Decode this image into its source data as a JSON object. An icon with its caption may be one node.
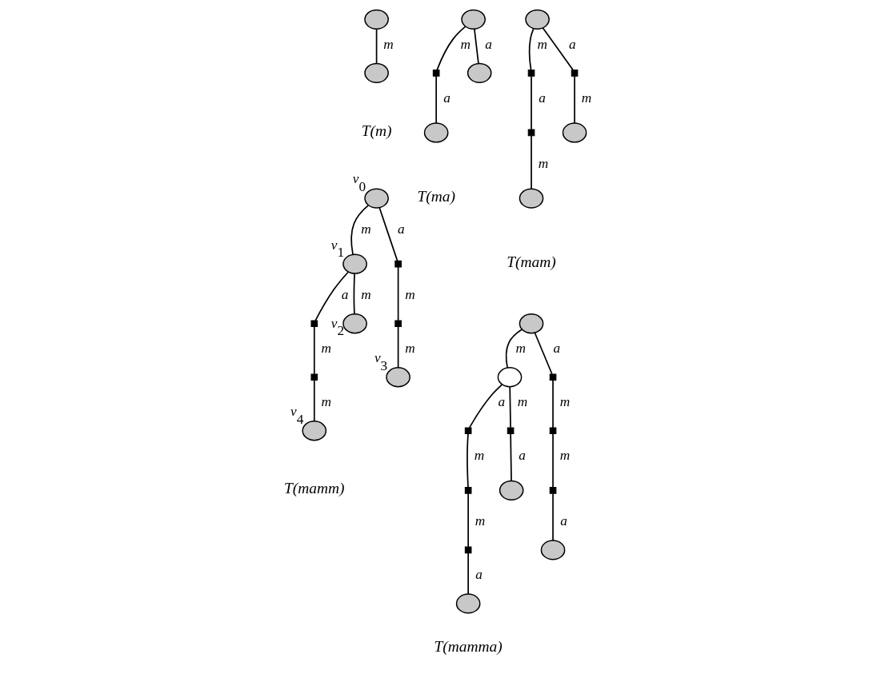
{
  "diagram": {
    "nodes": [
      {
        "text": [],
        "shape": "circle"
      },
      {
        "text": [],
        "shape": "circle"
      },
      {
        "text": [],
        "shape": "circle"
      },
      {
        "text": [],
        "shape": "box"
      },
      {
        "text": [],
        "shape": "circle"
      },
      {
        "text": [],
        "shape": "circle"
      },
      {
        "text": [],
        "shape": "circle"
      },
      {
        "text": [],
        "shape": "box"
      },
      {
        "text": [],
        "shape": "box"
      },
      {
        "text": [],
        "shape": "circle"
      },
      {
        "text": [],
        "shape": "box"
      },
      {
        "text": [],
        "shape": "circle"
      },
      {
        "text": [],
        "shape": "circle",
        "beside": [
          "v$_{0}$"
        ]
      },
      {
        "text": [],
        "shape": "circle",
        "beside": [
          "v$_{1}$"
        ]
      },
      {
        "text": [],
        "shape": "box"
      },
      {
        "text": [],
        "shape": "box"
      },
      {
        "text": [],
        "shape": "circle",
        "beside": [
          "v$_{4}$"
        ]
      },
      {
        "text": [],
        "shape": "circle",
        "beside": [
          "v$_{2}$"
        ]
      },
      {
        "text": [],
        "shape": "box"
      },
      {
        "text": [],
        "shape": "box"
      },
      {
        "text": [],
        "shape": "circle",
        "beside": [
          "v$_{3}$"
        ]
      },
      {
        "text": [],
        "shape": "circle"
      },
      {
        "text": [],
        "shape": "circle"
      },
      {
        "text": [],
        "shape": "box"
      },
      {
        "text": [],
        "shape": "box"
      },
      {
        "text": [],
        "shape": "box"
      },
      {
        "text": [],
        "shape": "circle"
      },
      {
        "text": [],
        "shape": "box"
      },
      {
        "text": [],
        "shape": "circle"
      },
      {
        "text": [],
        "shape": "box"
      },
      {
        "text": [],
        "shape": "box"
      },
      {
        "text": [],
        "shape": "box"
      },
      {
        "text": [],
        "shape": "circle"
      }
    ],
    "edges": [
      {
        "from": 0,
        "to": 1,
        "arrow": "none",
        "label": "m"
      },
      {
        "from": 2,
        "to": 3,
        "arrow": "none",
        "label": "m"
      },
      {
        "from": 3,
        "to": 4,
        "arrow": "none",
        "label": "a"
      },
      {
        "from": 2,
        "to": 5,
        "arrow": "none",
        "label": "a"
      },
      {
        "from": 6,
        "to": 7,
        "arrow": "none",
        "label": "m"
      },
      {
        "from": 7,
        "to": 8,
        "arrow": "none",
        "label": "a"
      },
      {
        "from": 8,
        "to": 9,
        "arrow": "none",
        "label": "m"
      },
      {
        "from": 6,
        "to": 10,
        "arrow": "none",
        "label": "a"
      },
      {
        "from": 10,
        "to": 11,
        "arrow": "none",
        "label": "m"
      },
      {
        "from": 12,
        "to": 13,
        "arrow": "none",
        "label": "m"
      },
      {
        "from": 13,
        "to": 14,
        "arrow": "none",
        "label": "a"
      },
      {
        "from": 14,
        "to": 15,
        "arrow": "none",
        "label": "m"
      },
      {
        "from": 15,
        "to": 16,
        "arrow": "none",
        "label": "m"
      },
      {
        "from": 13,
        "to": 17,
        "arrow": "none",
        "label": "m"
      },
      {
        "from": 12,
        "to": 18,
        "arrow": "none",
        "label": "a"
      },
      {
        "from": 18,
        "to": 19,
        "arrow": "none",
        "label": "m"
      },
      {
        "from": 19,
        "to": 20,
        "arrow": "none",
        "label": "m"
      },
      {
        "from": 21,
        "to": 22,
        "arrow": "none",
        "label": "m"
      },
      {
        "from": 22,
        "to": 23,
        "arrow": "none",
        "label": "a"
      },
      {
        "from": 23,
        "to": 24,
        "arrow": "none",
        "label": "m"
      },
      {
        "from": 24,
        "to": 25,
        "arrow": "none",
        "label": "m"
      },
      {
        "from": 25,
        "to": 26,
        "arrow": "none",
        "label": "a"
      },
      {
        "from": 22,
        "to": 27,
        "arrow": "none",
        "label": "m"
      },
      {
        "from": 27,
        "to": 28,
        "arrow": "none",
        "label": "a"
      },
      {
        "from": 21,
        "to": 29,
        "arrow": "none",
        "label": "a"
      },
      {
        "from": 29,
        "to": 30,
        "arrow": "none",
        "label": "m"
      },
      {
        "from": 30,
        "to": 31,
        "arrow": "none",
        "label": "m"
      },
      {
        "from": 31,
        "to": 32,
        "arrow": "none",
        "label": "a"
      }
    ],
    "labels": [
      "T(m)",
      "T(ma)",
      "T(mam)",
      "T(mamm)",
      "T(mamma)"
    ]
  }
}
